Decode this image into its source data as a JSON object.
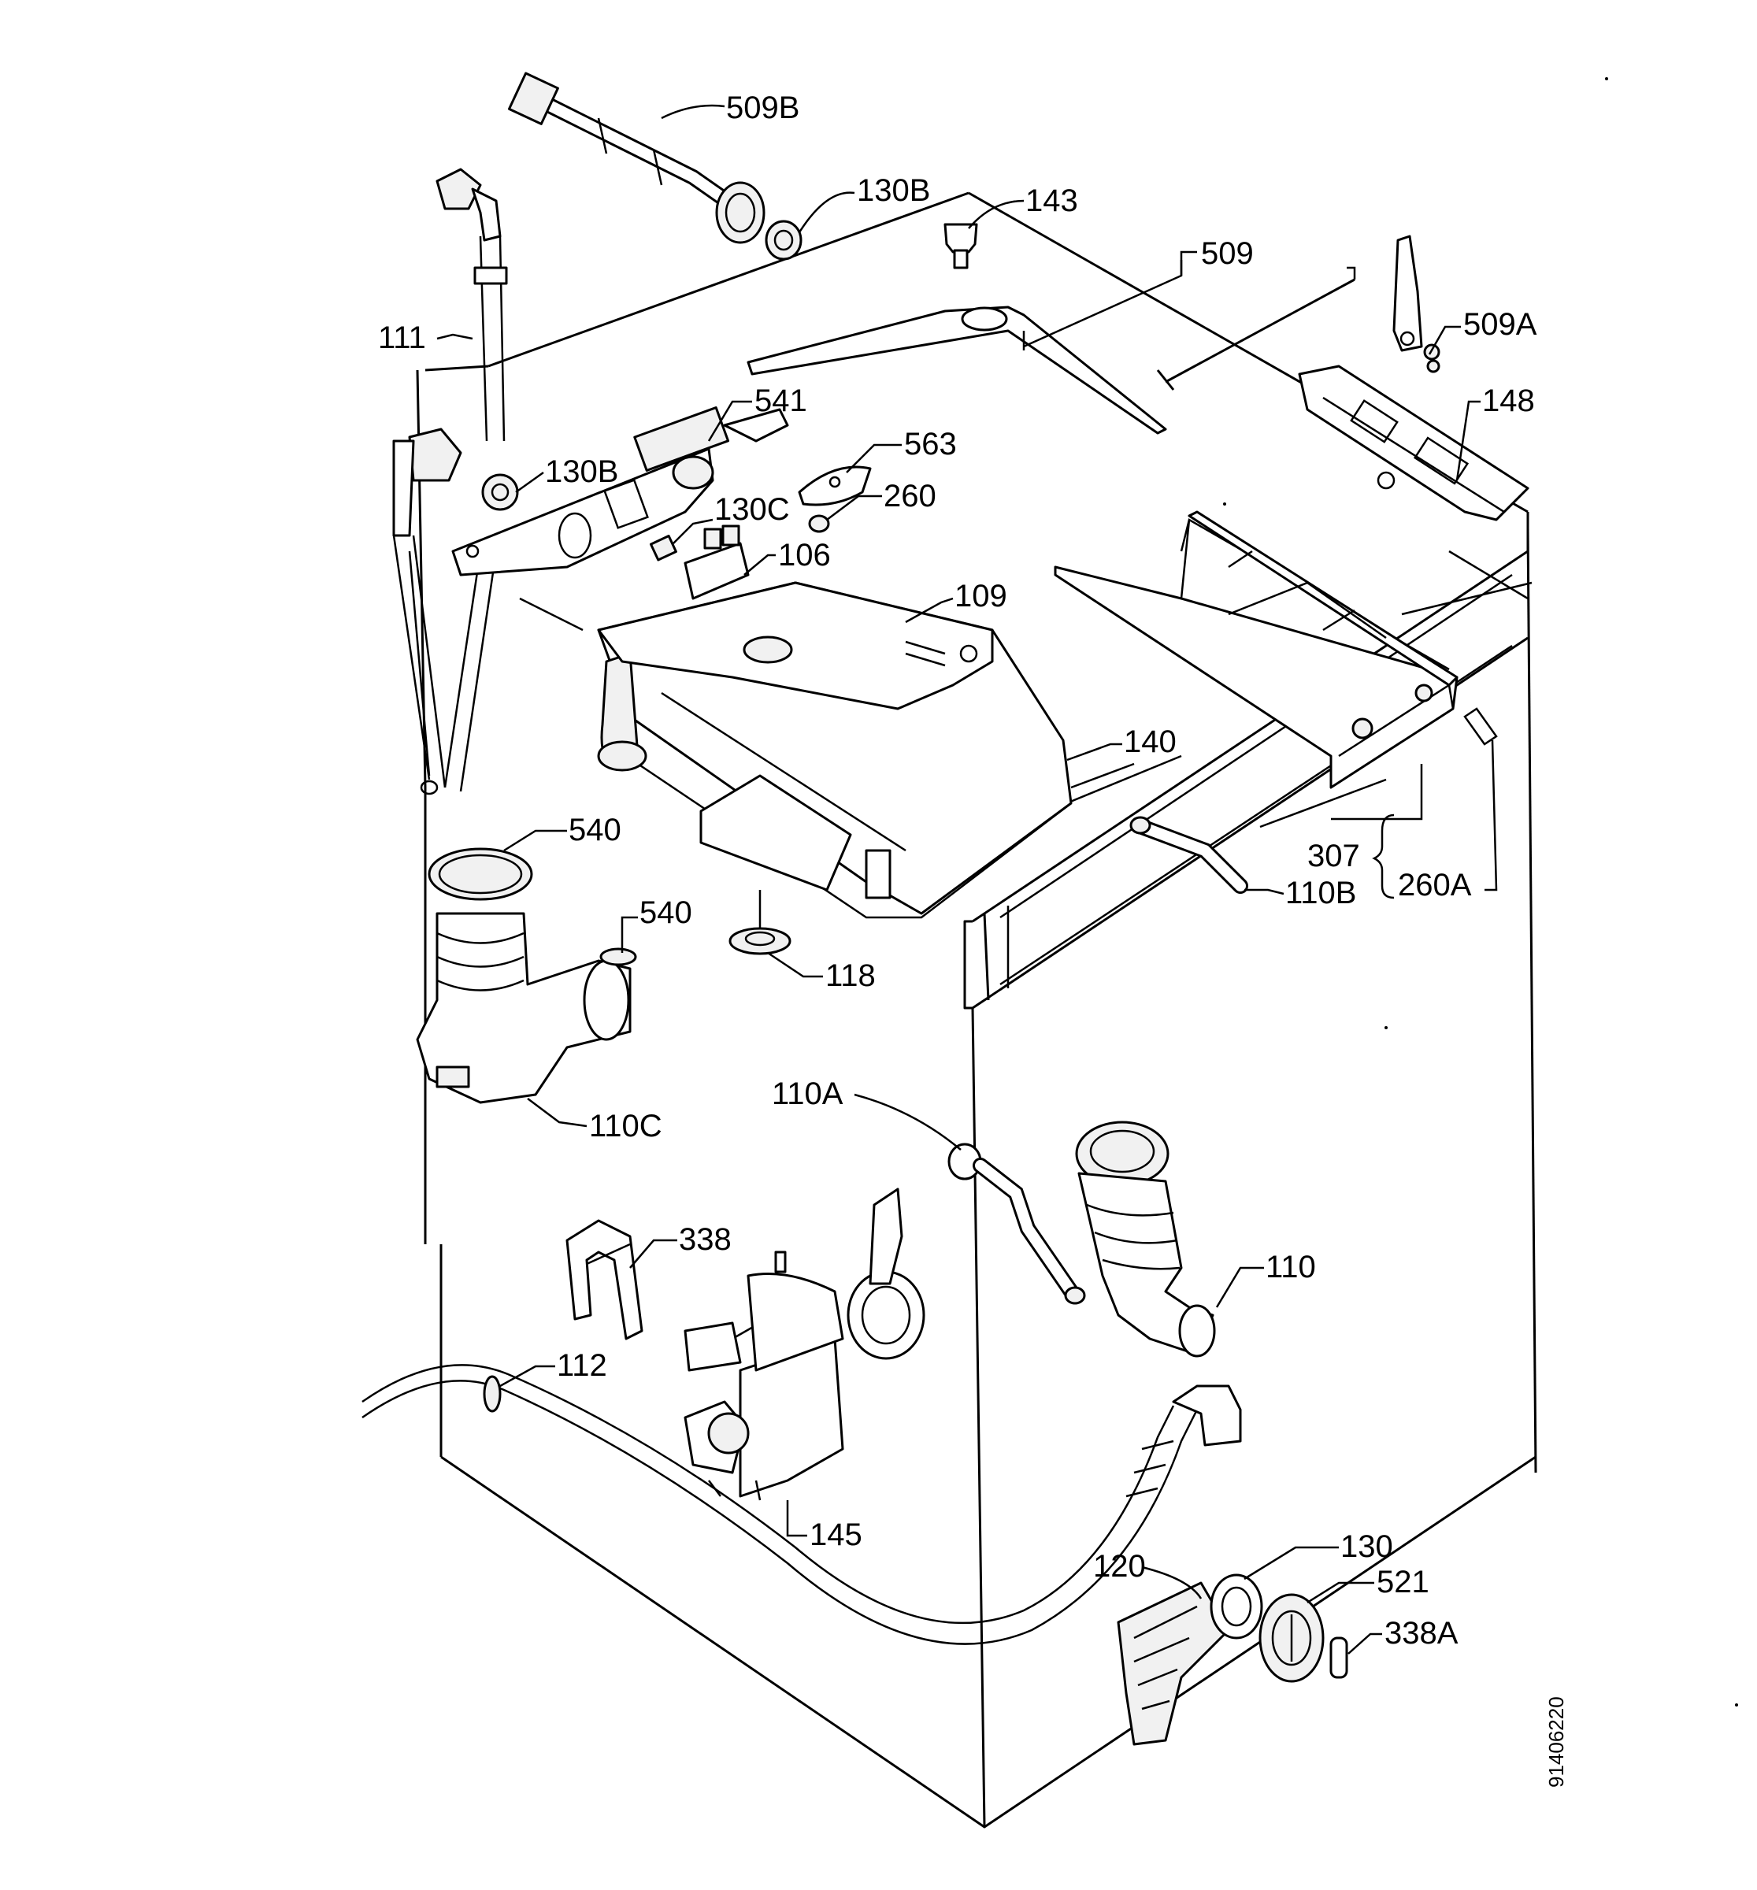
{
  "labels": {
    "p509B": "509B",
    "p130B_top": "130B",
    "p143": "143",
    "p509": "509",
    "p509A": "509A",
    "p111": "111",
    "p541": "541",
    "p148": "148",
    "p563": "563",
    "p130B_mid": "130B",
    "p260": "260",
    "p130C": "130C",
    "p106": "106",
    "p109": "109",
    "p140": "140",
    "p540_top": "540",
    "p540_side": "540",
    "p307": "307",
    "p110B": "110B",
    "p260A": "260A",
    "p118": "118",
    "p110C": "110C",
    "p110A": "110A",
    "p338": "338",
    "p110": "110",
    "p112": "112",
    "p145": "145",
    "p130": "130",
    "p120": "120",
    "p521": "521",
    "p338A": "338A"
  },
  "drawing_number": "91406220"
}
